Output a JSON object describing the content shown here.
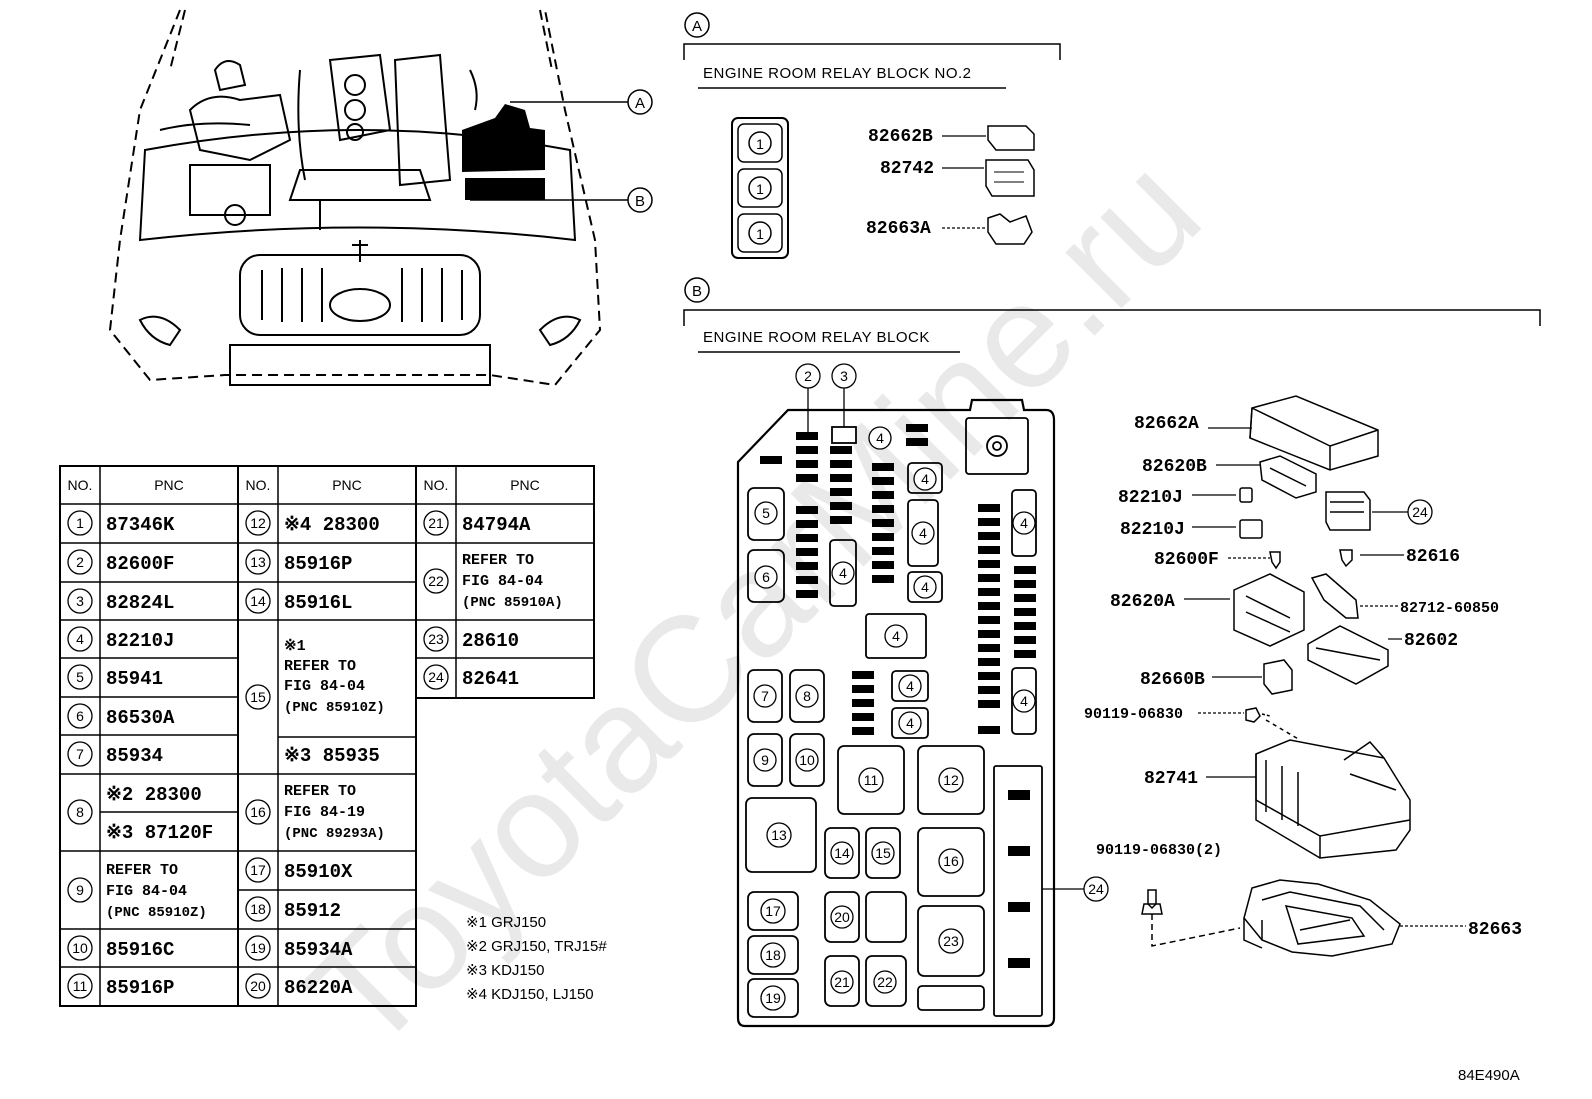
{
  "callouts": {
    "a": "A",
    "b": "B"
  },
  "section_a": {
    "title": "ENGINE ROOM RELAY BLOCK NO.2",
    "box_slots": [
      "1",
      "1",
      "1"
    ],
    "parts": [
      "82662B",
      "82742",
      "82663A"
    ]
  },
  "section_b": {
    "title": "ENGINE ROOM RELAY BLOCK",
    "top_labels": [
      "2",
      "3"
    ],
    "parts_left": [
      "82662A",
      "82620B",
      "82210J",
      "82210J",
      "82600F",
      "82620A",
      "82660B",
      "90119-06830",
      "82741",
      "90119-06830(2)"
    ],
    "parts_right": [
      "82616",
      "82712-60850",
      "82602",
      "82663"
    ],
    "right_callout": "24",
    "box_callout": "24"
  },
  "table": {
    "header": {
      "no": "NO.",
      "pnc": "PNC"
    },
    "col1": [
      {
        "no": "1",
        "pnc": "87346K"
      },
      {
        "no": "2",
        "pnc": "82600F"
      },
      {
        "no": "3",
        "pnc": "82824L"
      },
      {
        "no": "4",
        "pnc": "82210J"
      },
      {
        "no": "5",
        "pnc": "85941"
      },
      {
        "no": "6",
        "pnc": "86530A"
      },
      {
        "no": "7",
        "pnc": "85934"
      },
      {
        "no": "8",
        "pnc_a": "※2 28300",
        "pnc_b": "※3 87120F"
      },
      {
        "no": "9",
        "lines": [
          "REFER TO",
          "FIG 84-04",
          "(PNC 85910Z)"
        ]
      },
      {
        "no": "10",
        "pnc": "85916C"
      },
      {
        "no": "11",
        "pnc": "85916P"
      }
    ],
    "col2": [
      {
        "no": "12",
        "pnc": "※4 28300"
      },
      {
        "no": "13",
        "pnc": "85916P"
      },
      {
        "no": "14",
        "pnc": "85916L"
      },
      {
        "no": "15",
        "lines": [
          "※1",
          "REFER TO",
          "FIG 84-04",
          "(PNC 85910Z)"
        ],
        "pnc_b": "※3 85935"
      },
      {
        "no": "16",
        "lines": [
          "REFER TO",
          "FIG 84-19",
          "(PNC 89293A)"
        ]
      },
      {
        "no": "17",
        "pnc": "85910X"
      },
      {
        "no": "18",
        "pnc": "85912"
      },
      {
        "no": "19",
        "pnc": "85934A"
      },
      {
        "no": "20",
        "pnc": "86220A"
      }
    ],
    "col3": [
      {
        "no": "21",
        "pnc": "84794A"
      },
      {
        "no": "22",
        "lines": [
          "REFER TO",
          "FIG 84-04",
          "(PNC 85910A)"
        ]
      },
      {
        "no": "23",
        "pnc": "28610"
      },
      {
        "no": "24",
        "pnc": "82641"
      }
    ]
  },
  "notes": [
    "※1  GRJ150",
    "※2  GRJ150, TRJ15#",
    "※3  KDJ150",
    "※4  KDJ150, LJ150"
  ],
  "figure_code": "84E490A",
  "watermark": "ToyotaCarMine.ru"
}
